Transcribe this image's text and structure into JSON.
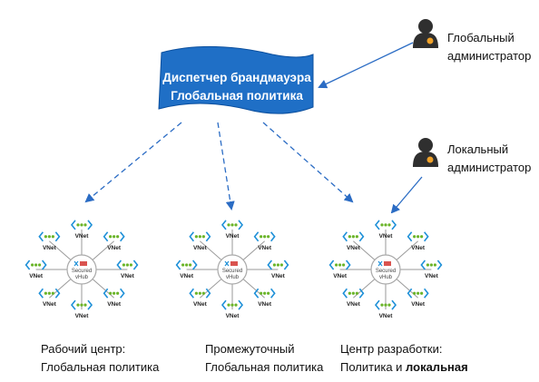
{
  "banner": {
    "line1": "Диспетчер брандмауэра",
    "line2": "Глобальная политика",
    "color": "#1f6fc6"
  },
  "roles": {
    "global": {
      "line1": "Глобальный",
      "line2": "администратор",
      "icon": "admin-person-icon"
    },
    "local": {
      "line1": "Локальный",
      "line2": "администратор",
      "icon": "admin-person-icon"
    }
  },
  "hub": {
    "line1": "Secured",
    "line2": "vHub",
    "spoke_label": "VNet",
    "spoke_count": 8
  },
  "panels": [
    {
      "caption1": "Рабочий центр:",
      "caption2": "Глобальная политика",
      "caption2_bold": ""
    },
    {
      "caption1": "Промежуточный",
      "caption2": "Глобальная политика",
      "caption2_bold": ""
    },
    {
      "caption1": "Центр разработки:",
      "caption2": "Политика и ",
      "caption2_bold": "локальная"
    }
  ],
  "colors": {
    "arrow": "#2b6cc4",
    "vnet_dots": "#6bb52a",
    "vnet_brackets": "#1e90d8",
    "admin": "#2f2f2f",
    "admin_badge": "#f0a22a",
    "hub_ring": "#a9a9a9"
  }
}
